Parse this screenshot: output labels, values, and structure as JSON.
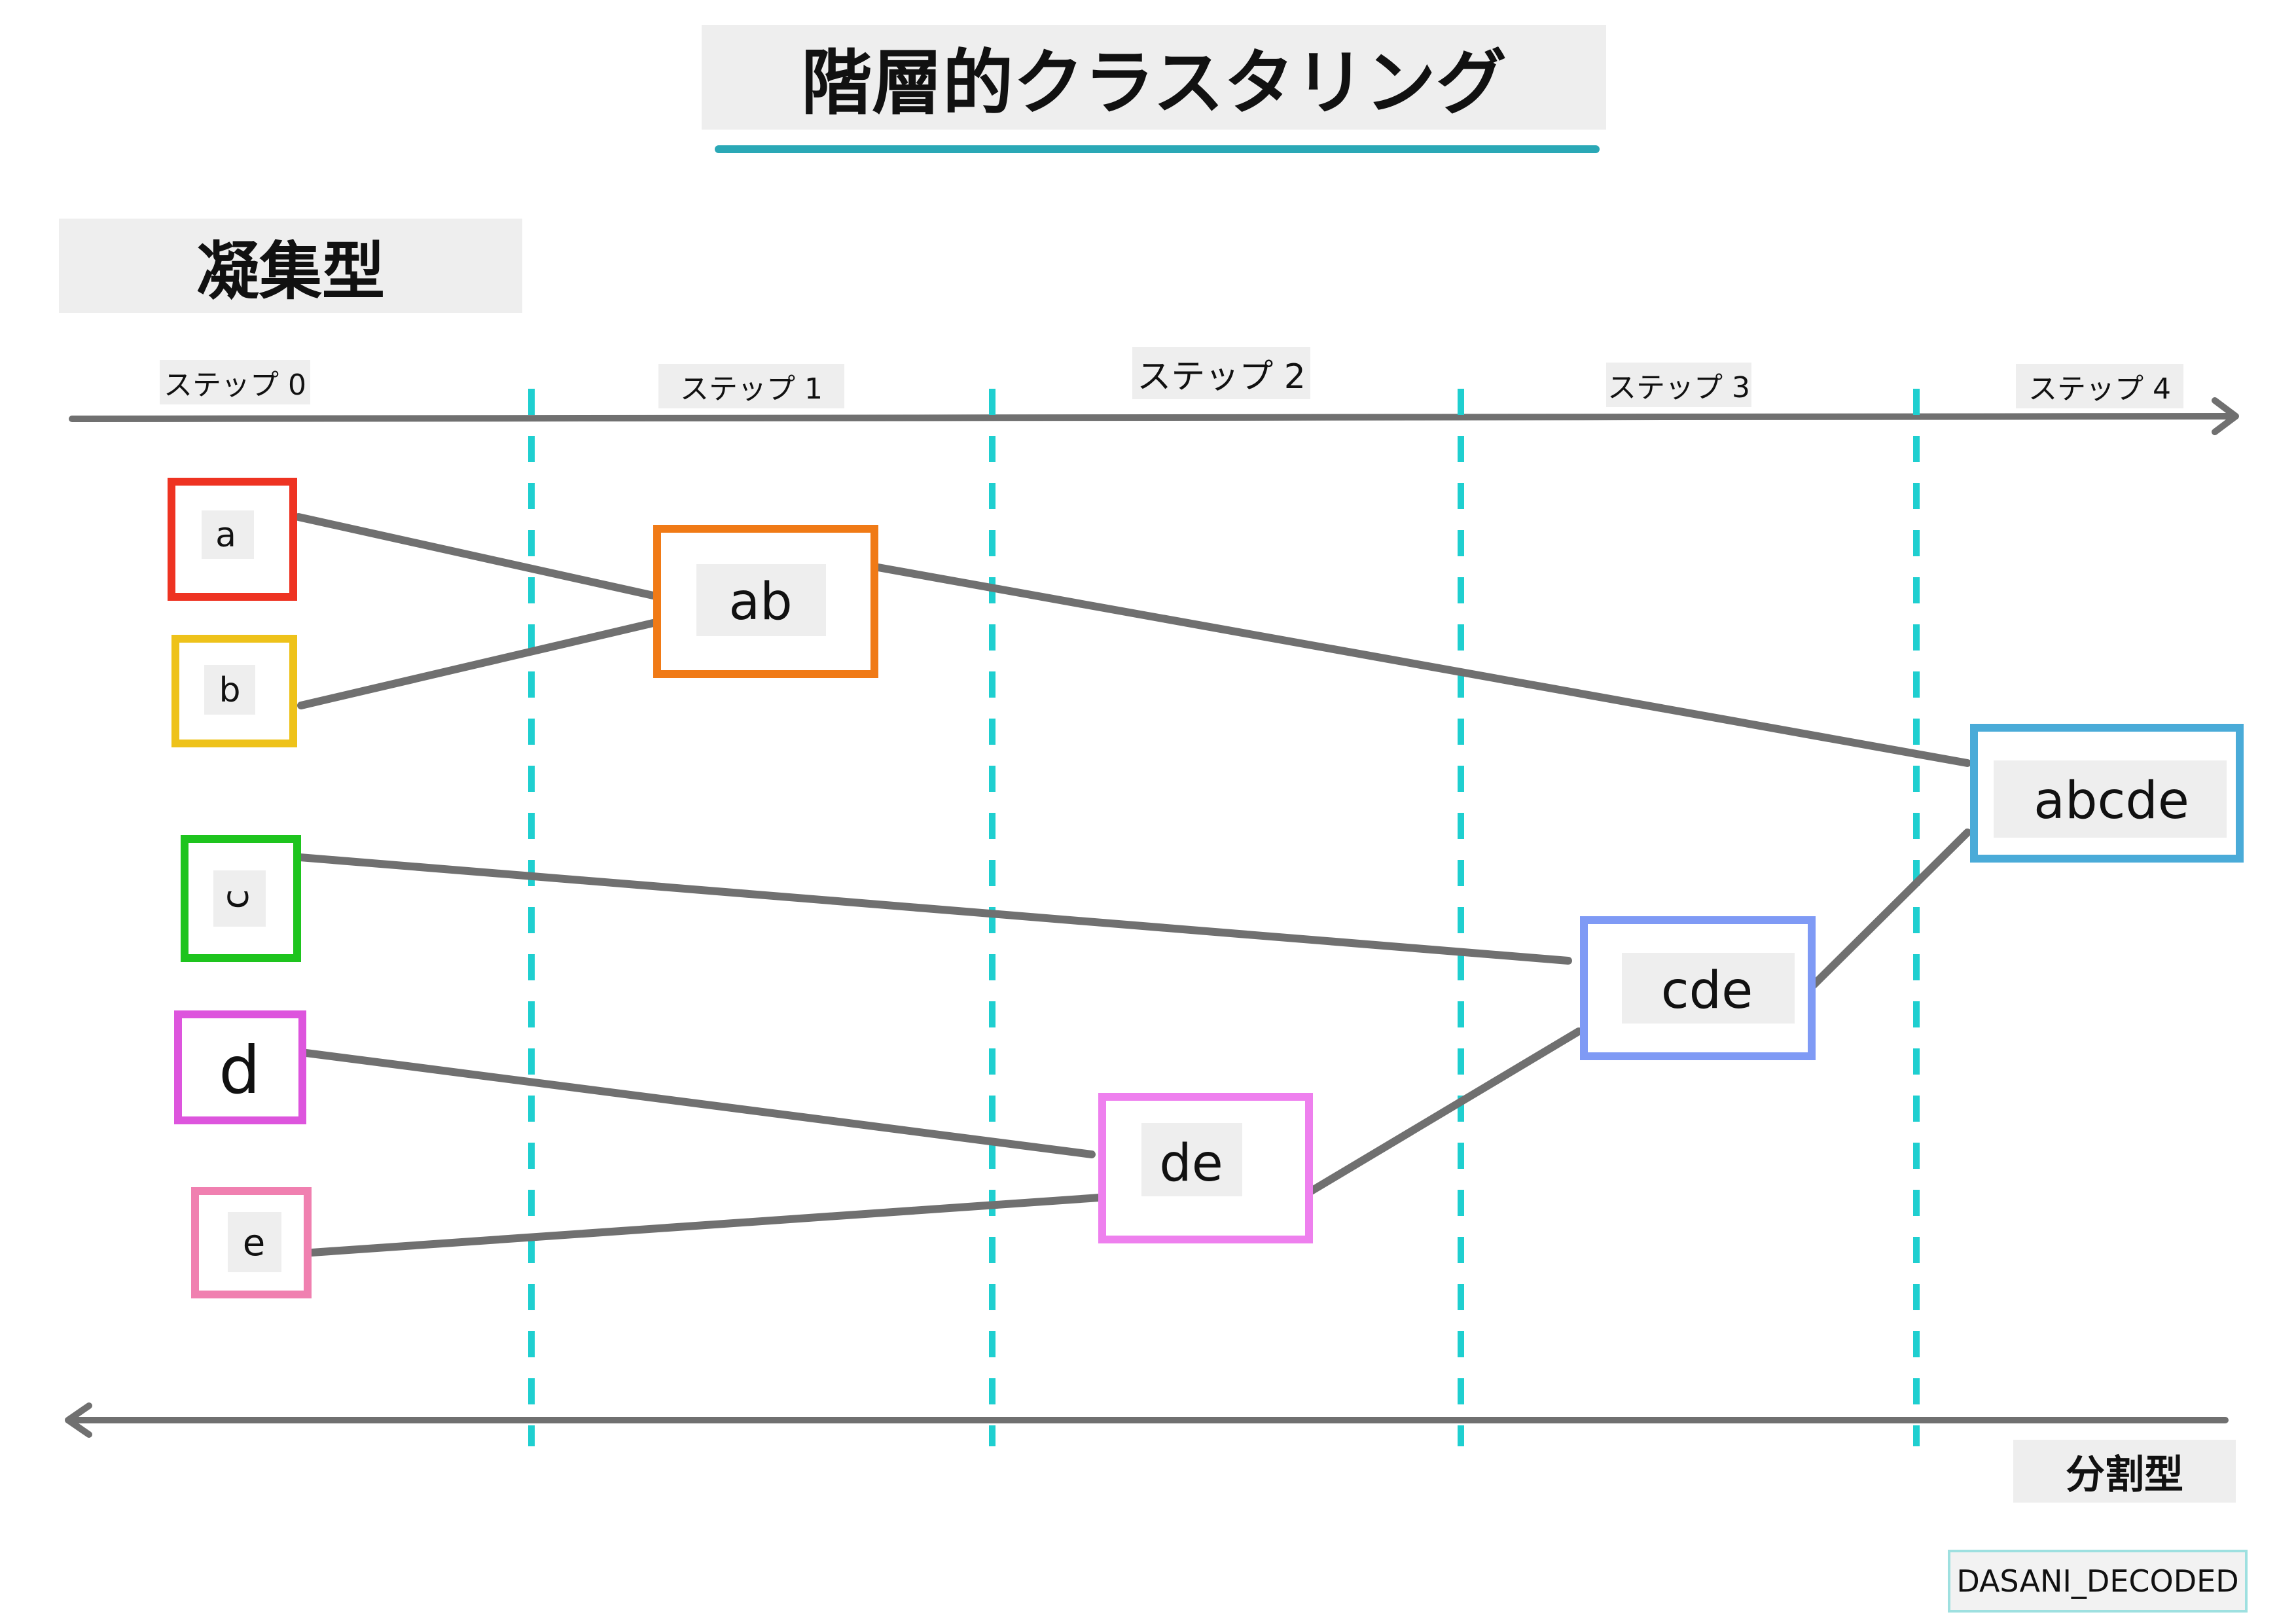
{
  "title": "階層的クラスタリング",
  "section_label": "凝集型",
  "divisive_label": "分割型",
  "footer_tag": "DASANI_DECODED",
  "steps": [
    "ステップ 0",
    "ステップ 1",
    "ステップ 2",
    "ステップ 3",
    "ステップ 4"
  ],
  "colors": {
    "axis": "#707070",
    "divider": "#1fcfd0",
    "title_underline": "#2aa8b6",
    "connector": "#707070"
  },
  "nodes": {
    "a": {
      "label": "a",
      "color": "#ee3322"
    },
    "b": {
      "label": "b",
      "color": "#eec21a"
    },
    "c": {
      "label": "c",
      "color": "#1ec41e"
    },
    "d": {
      "label": "d",
      "color": "#dd55dd"
    },
    "e": {
      "label": "e",
      "color": "#f080b0"
    },
    "ab": {
      "label": "ab",
      "color": "#f07a16"
    },
    "de": {
      "label": "de",
      "color": "#ee80ee"
    },
    "cde": {
      "label": "cde",
      "color": "#7f9af5"
    },
    "abcde": {
      "label": "abcde",
      "color": "#4aabd8"
    }
  }
}
